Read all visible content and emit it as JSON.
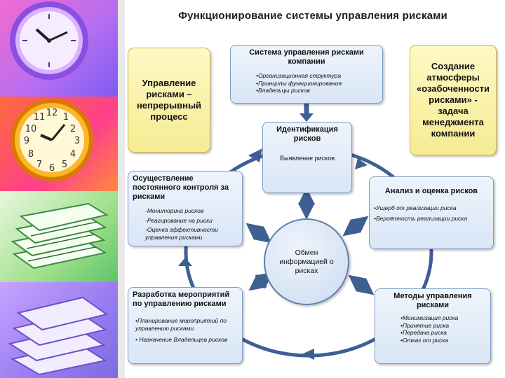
{
  "title": "Функционирование системы управления рисками",
  "blocks": {
    "process": "Управление рисками – непрерывный процесс",
    "system": {
      "heading": "Система управления рисками компании",
      "items": [
        "•Организационная структура",
        "•Принципы функционирования",
        "•Владельцы рисков"
      ]
    },
    "atmosphere": "Создание атмосферы «озабоченности рисками» - задача менеджмента компании",
    "identification": {
      "heading": "Идентификация рисков",
      "sub": "Выявление рисков"
    },
    "control": {
      "heading": "Осуществление постоянного контроля за рисками",
      "items": [
        "-Мониторинг рисков",
        "-Реагирование на риски",
        "-Оценка эффективности управления рисками"
      ]
    },
    "analysis": {
      "heading": "Анализ и оценка рисков",
      "items": [
        "•Ущерб от реализации риска",
        "•Вероятность реализации риска"
      ]
    },
    "exchange": "Обмен информацией о рисках",
    "measures": {
      "heading": "Разработка мероприятий по управлению рисками",
      "items": [
        "•Планирование мероприятий по управлению рисками",
        "• Назначение Владельцев рисков"
      ]
    },
    "methods": {
      "heading": "Методы управления рисками",
      "items": [
        "•Минимизация риска",
        "•Принятие риска",
        "•Передача риска",
        "•Отказ от риска"
      ]
    }
  },
  "colors": {
    "box_border": "#7f9cc4",
    "box_fill": "#dfe9f7",
    "note_fill": "#f8efa0",
    "arrow": "#3e5f92"
  },
  "icons": [
    "wall-clock-icon",
    "alarm-clock-icon",
    "book-stack-icon",
    "paper-stack-icon"
  ]
}
